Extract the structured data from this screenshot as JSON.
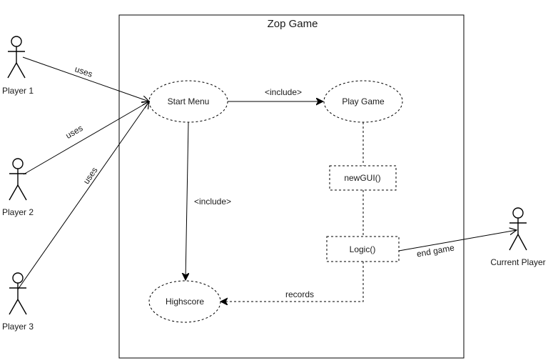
{
  "system": {
    "title": "Zop Game"
  },
  "actors": [
    {
      "id": "player1",
      "label": "Player 1"
    },
    {
      "id": "player2",
      "label": "Player 2"
    },
    {
      "id": "player3",
      "label": "Player 3"
    },
    {
      "id": "current",
      "label": "Current  Player"
    }
  ],
  "use_cases": {
    "start_menu": "Start Menu",
    "play_game": "Play Game",
    "highscore": "Highscore"
  },
  "components": {
    "new_gui": "newGUI()",
    "logic": "Logic()"
  },
  "relations": {
    "uses_1": "uses",
    "uses_2": "uses",
    "uses_3": "uses",
    "include_play": "<include>",
    "include_highscore": "<include>",
    "records": "records",
    "end_game": "end game"
  }
}
